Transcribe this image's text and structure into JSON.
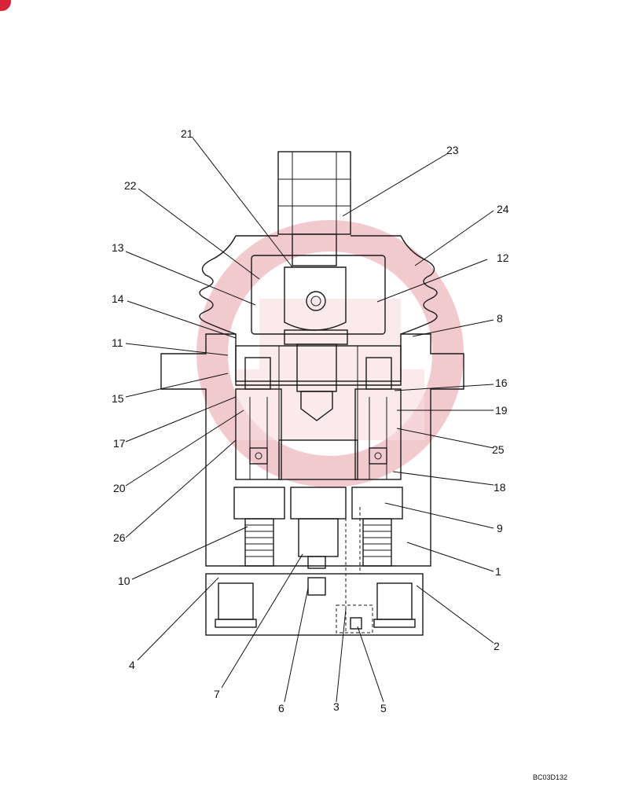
{
  "drawing_ref": "BC03D132",
  "colors": {
    "watermark": "#e8a0a6",
    "corner_badge": "#d8223a",
    "ink": "#1a1a1a"
  },
  "callouts": [
    {
      "id": "c21",
      "label": "21"
    },
    {
      "id": "c23",
      "label": "23"
    },
    {
      "id": "c22",
      "label": "22"
    },
    {
      "id": "c24",
      "label": "24"
    },
    {
      "id": "c13",
      "label": "13"
    },
    {
      "id": "c12",
      "label": "12"
    },
    {
      "id": "c14",
      "label": "14"
    },
    {
      "id": "c8",
      "label": "8"
    },
    {
      "id": "c11",
      "label": "11"
    },
    {
      "id": "c16",
      "label": "16"
    },
    {
      "id": "c15",
      "label": "15"
    },
    {
      "id": "c19",
      "label": "19"
    },
    {
      "id": "c17",
      "label": "17"
    },
    {
      "id": "c25",
      "label": "25"
    },
    {
      "id": "c20",
      "label": "20"
    },
    {
      "id": "c18",
      "label": "18"
    },
    {
      "id": "c26",
      "label": "26"
    },
    {
      "id": "c9",
      "label": "9"
    },
    {
      "id": "c10",
      "label": "10"
    },
    {
      "id": "c1",
      "label": "1"
    },
    {
      "id": "c4",
      "label": "4"
    },
    {
      "id": "c2",
      "label": "2"
    },
    {
      "id": "c7",
      "label": "7"
    },
    {
      "id": "c6",
      "label": "6"
    },
    {
      "id": "c3",
      "label": "3"
    },
    {
      "id": "c5",
      "label": "5"
    }
  ]
}
